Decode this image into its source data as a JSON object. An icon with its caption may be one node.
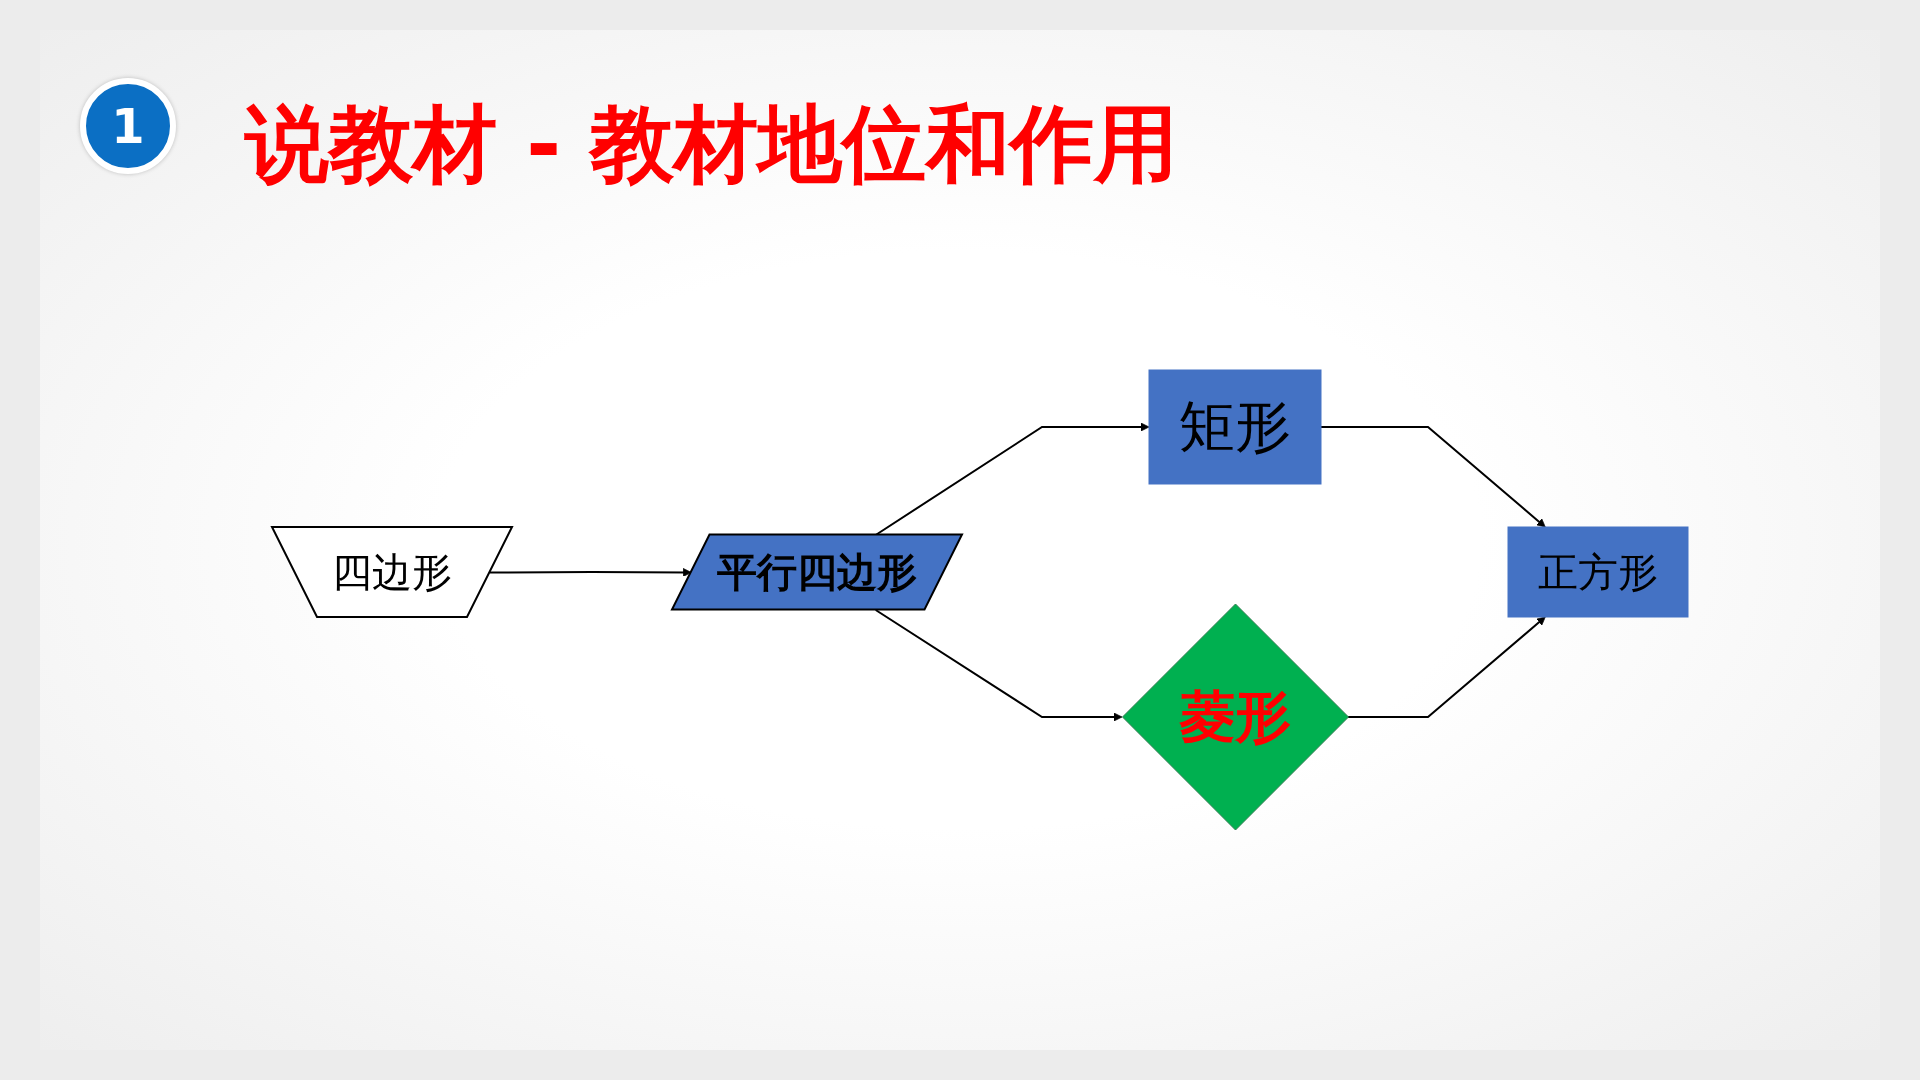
{
  "diagram": {
    "title": "说教材 - 教材地位和作用",
    "nodes": [
      {
        "text": [
          "四边形"
        ]
      },
      {
        "text": [
          "平行四边形"
        ]
      },
      {
        "text": [
          "矩形"
        ]
      },
      {
        "text": [
          "菱形"
        ]
      },
      {
        "text": [
          "正方形"
        ]
      }
    ],
    "edges": [
      {
        "from": 0,
        "to": 1,
        "arrow": "to"
      },
      {
        "from": 1,
        "to": 2,
        "arrow": "to"
      },
      {
        "from": 1,
        "to": 3,
        "arrow": "to"
      },
      {
        "from": 2,
        "to": 4,
        "arrow": "to"
      },
      {
        "from": 3,
        "to": 4,
        "arrow": "to"
      }
    ],
    "labels": [
      "1"
    ]
  }
}
